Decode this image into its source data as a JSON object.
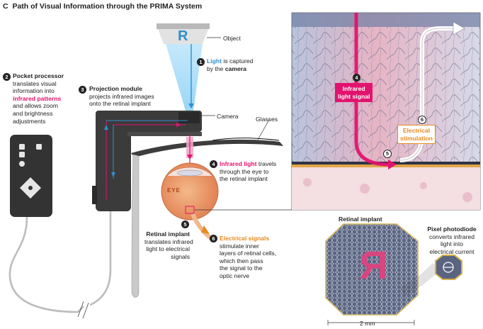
{
  "title": {
    "letter": "C",
    "text": "Path of Visual Information through the PRIMA System"
  },
  "labels": {
    "object": "Object",
    "camera": "Camera",
    "glasses": "Glasses",
    "eye": "EYE",
    "r_glyph": "R",
    "retinal_implant_zoom": "Retinal implant",
    "scale": "2 mm"
  },
  "steps": {
    "s1": {
      "num": "1",
      "highlight": "Light",
      "rest1": " is captured",
      "line2a": "by the ",
      "line2b": "camera"
    },
    "s2": {
      "num": "2",
      "title": "Pocket processor",
      "l1": "translates visual",
      "l2": "information into",
      "highlight": "infrared patterns",
      "l3": "and allows zoom",
      "l4": "and brightness",
      "l5": "adjustments"
    },
    "s3": {
      "num": "3",
      "title": "Projection module",
      "l1": "projects infrared images",
      "l2": "onto the retinal implant"
    },
    "s4": {
      "num": "4",
      "highlight": "Infrared light",
      "rest1": " travels",
      "l2": "through the eye to",
      "l3": "the retinal implant"
    },
    "s5": {
      "num": "5",
      "title": "Retinal implant",
      "l1": "translates infrared",
      "l2": "light to electrical",
      "l3": "signals"
    },
    "s6": {
      "num": "6",
      "highlight": "Electrical signals",
      "l1": "stimulate inner",
      "l2": "layers of retinal cells,",
      "l3": "which then pass",
      "l4": "the signal to the",
      "l5": "optic nerve"
    }
  },
  "zoom": {
    "num4": "4",
    "ir_l1": "Infrared",
    "ir_l2": "light signal",
    "num5": "5",
    "num6": "6",
    "es_l1": "Electrical",
    "es_l2": "stimulation"
  },
  "pixel": {
    "title": "Pixel photodiode",
    "l1": "converts infrared",
    "l2": "light into",
    "l3": "electrical current"
  },
  "colors": {
    "blue": "#2f8fd0",
    "pink": "#e2136e",
    "orange": "#e58a1f",
    "device": "#333333"
  }
}
